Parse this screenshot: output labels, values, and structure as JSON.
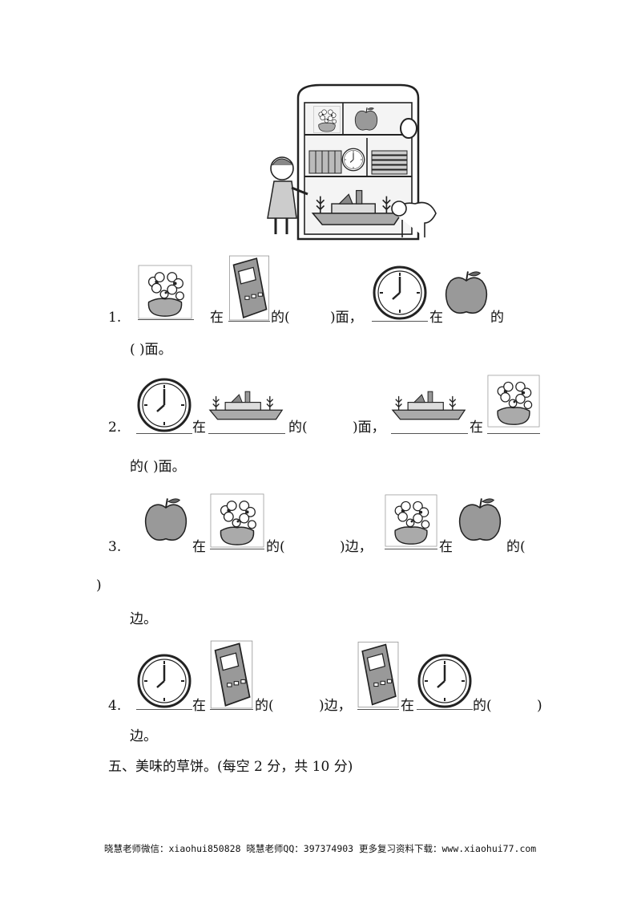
{
  "questions": [
    {
      "num": "1.",
      "zai": "在",
      "de": "的(",
      "close1": ")面，",
      "zai2": "在",
      "de2": "的",
      "line2": "(          )面。"
    },
    {
      "num": "2.",
      "zai": "在",
      "de": "的(",
      "close1": ")面，",
      "zai2": "在",
      "line2": "的(          )面。"
    },
    {
      "num": "3.",
      "zai": "在",
      "de": "的(",
      "close1": ")边，",
      "zai2": "在",
      "de2": "的(",
      "wrap": ")",
      "line2": "边。"
    },
    {
      "num": "4.",
      "zai": "在",
      "de": "的(",
      "close1": ")边，",
      "zai2": "在",
      "de2": "的(",
      "close2": ")",
      "line2": "边。"
    }
  ],
  "section": {
    "title": "五、美味的草饼。(每空 2 分，共 10 分)"
  },
  "footer": {
    "text": "晓慧老师微信：xiaohui850828 晓慧老师QQ：397374903 更多复习资料下载：www.xiaohui77.com"
  },
  "icons": [
    "bookcase-scene-image",
    "flower-pot-icon",
    "calculator-icon",
    "clock-icon",
    "apple-icon",
    "toy-ship-icon"
  ]
}
